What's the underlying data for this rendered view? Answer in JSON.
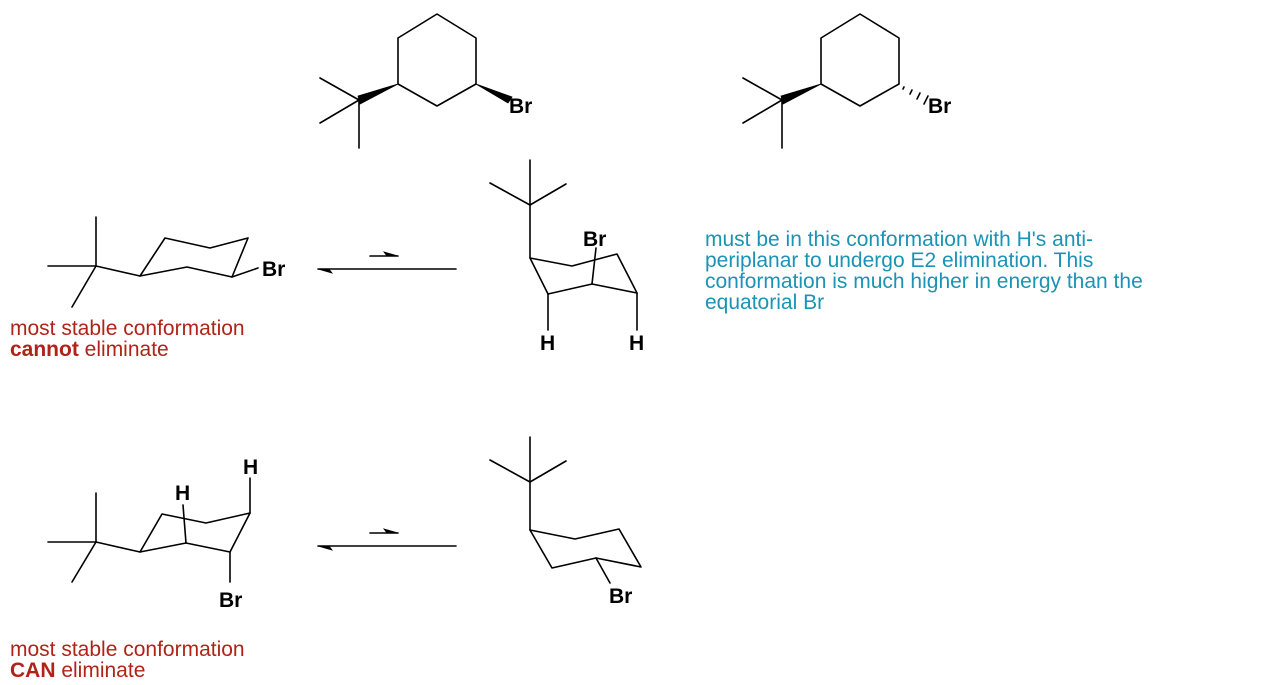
{
  "colors": {
    "red_note": "#b02418",
    "teal_note": "#1b93b5",
    "bond": "#000000"
  },
  "labels": {
    "br": "Br",
    "h": "H"
  },
  "notes": {
    "stable_top": {
      "line1": "most stable conformation",
      "bold": "cannot",
      "rest": " eliminate"
    },
    "stable_bottom": {
      "line1": "most stable conformation",
      "bold": "CAN",
      "rest": " eliminate"
    },
    "conformation_note": {
      "line1": "must be in this conformation with H's anti-",
      "line2": "periplanar to undergo E2 elimination. This",
      "line3": "conformation is much higher in energy than the",
      "line4": "equatorial Br"
    }
  }
}
